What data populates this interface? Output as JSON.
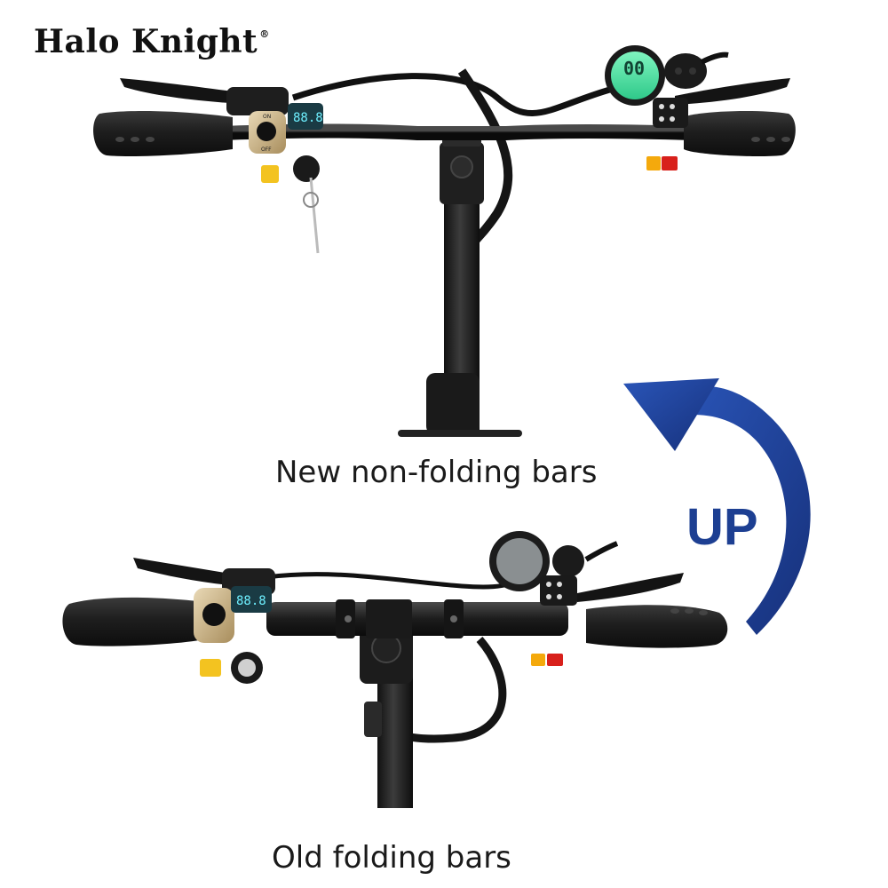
{
  "brand": {
    "name": "Halo Knight",
    "registered_mark": "®"
  },
  "captions": {
    "new_bars": "New non-folding bars",
    "old_bars": "Old folding bars"
  },
  "arrow": {
    "label": "UP",
    "color": "#1d3f92"
  },
  "displays": {
    "new_throttle_readout": "88.8",
    "new_lcd_readout": "00",
    "old_throttle_readout": "88.8"
  },
  "switch_labels": {
    "on": "ON",
    "off": "OFF"
  }
}
